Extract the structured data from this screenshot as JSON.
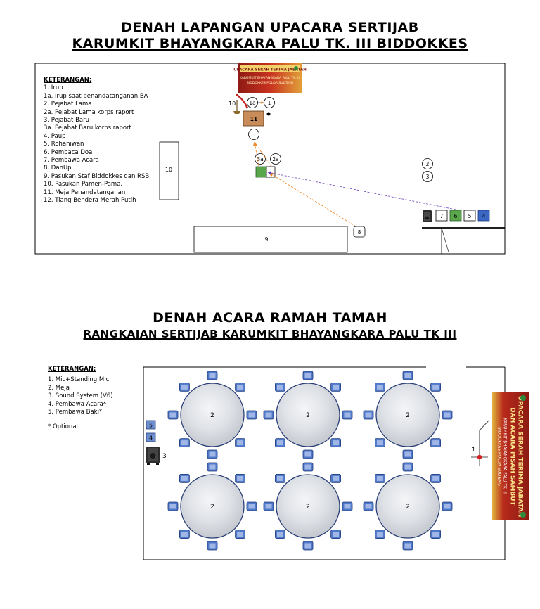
{
  "diagram1": {
    "title_line1": "DENAH LAPANGAN UPACARA SERTIJAB",
    "title_line2": "KARUMKIT BHAYANGKARA PALU TK. III BIDDOKKES",
    "legend_header": "KETERANGAN:",
    "legend_items": [
      "1. Irup",
      "1a. Irup saat penandatanganan BA",
      "2. Pejabat Lama",
      "2a. Pejabat Lama korps raport",
      "3. Pejabat Baru",
      "3a. Pejabat Baru korps raport",
      "4. Paup",
      "5. Rohaniwan",
      "6. Pembaca Doa",
      "7. Pembawa Acara",
      "8. DanUp",
      "9. Pasukan Staf Biddokkes dan RSB",
      "10. Pasukan Pamen-Pama.",
      "11. Meja Penandatanganan",
      "12. Tiang Bendera Merah Putih"
    ],
    "banner_title": "UPACARA SERAH TERIMA JABATAN",
    "banner_sub1": "KARUMKIT BHAYANGKARA PALU TK. III",
    "banner_sub2": "BIDDOKKES POLDA SULTENG",
    "labels": {
      "n1": "1",
      "n1a": "1a",
      "n2": "2",
      "n2a": "2a",
      "n3": "3",
      "n3a": "3a",
      "n4": "4",
      "n5": "5",
      "n6": "6",
      "n7": "7",
      "n8": "8",
      "n9": "9",
      "n10a": "10",
      "n10b": "10",
      "n11": "11"
    }
  },
  "diagram2": {
    "title_line1": "DENAH ACARA RAMAH TAMAH",
    "title_line2": "RANGKAIAN SERTIJAB KARUMKIT BHAYANGKARA PALU TK III",
    "legend_header": "KETERANGAN:",
    "legend_items": [
      "1. Mic+Standing Mic",
      "2. Meja",
      "3. Sound System (V6)",
      "4. Pembawa Acara*",
      "5. Pembawa Baki*"
    ],
    "legend_note": "* Optional",
    "table_label": "2",
    "mic_label": "1",
    "sound_label": "3",
    "n4": "4",
    "n5": "5",
    "banner_line1": "UPACARA SERAH TERIMA JABATAN",
    "banner_line2": "DAN ACARA PISAH SAMBUT",
    "banner_line3": "KARUMKIT BHAYANGKARA PALU TK. III",
    "banner_line4": "BIDDOKKES POLDA SULTENG"
  },
  "colors": {
    "green": "#5aa64a",
    "blue": "#3a67c4",
    "brown": "#c88c5a",
    "orange_arrow": "#f08a2a",
    "purple_arrow": "#6a3fb8",
    "chair": "#4f78c8",
    "banner_red": "#b8261e",
    "banner_gold": "#e0b23a"
  }
}
